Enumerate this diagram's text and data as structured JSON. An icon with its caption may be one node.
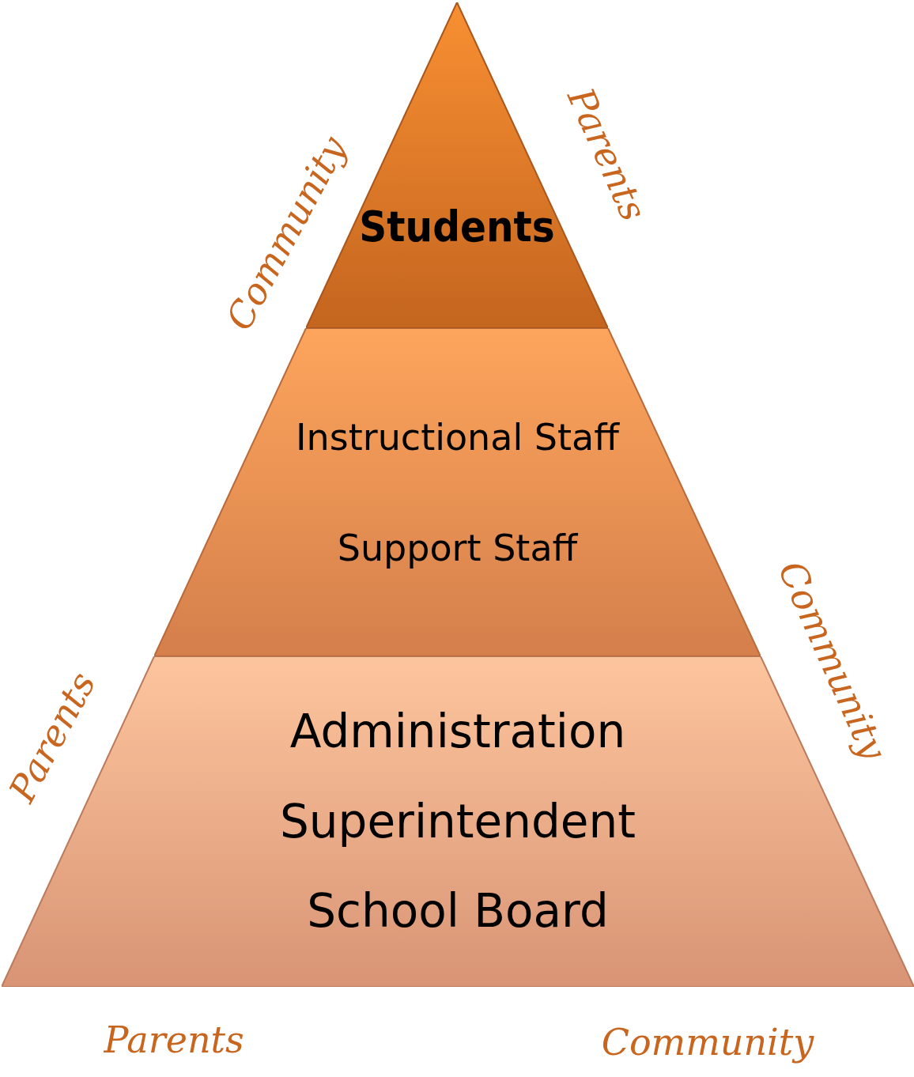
{
  "diagram": {
    "nodes": [
      {
        "text": [
          "Students"
        ]
      },
      {
        "text": [
          "Instructional Staff",
          "Support Staff"
        ]
      },
      {
        "text": [
          "Administration",
          "Superintendent",
          "School Board"
        ]
      }
    ],
    "labels": [
      "Community",
      "Parents",
      "Community",
      "Parents",
      "Parents",
      "Community"
    ]
  }
}
